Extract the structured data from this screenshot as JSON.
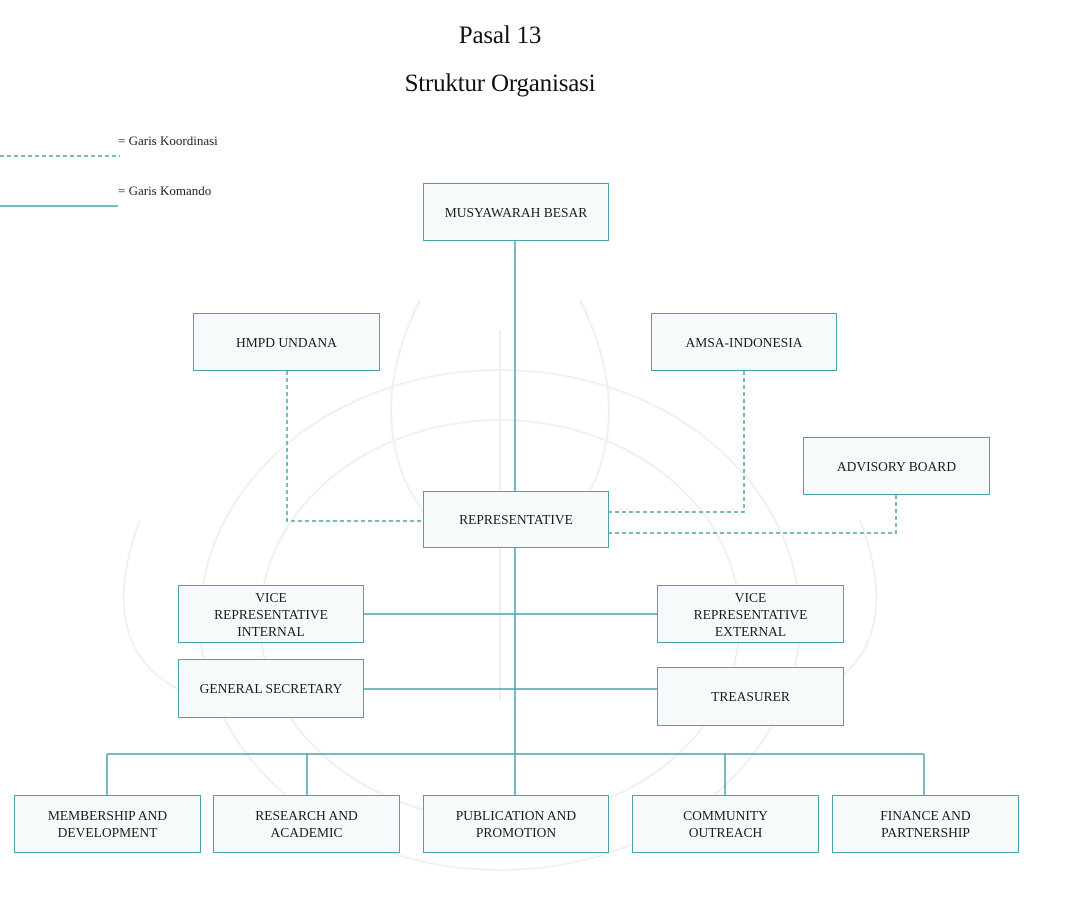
{
  "title": {
    "line1": "Pasal 13",
    "line2": "Struktur Organisasi"
  },
  "legend": {
    "coordination": "= Garis Koordinasi",
    "command": "= Garis Komando"
  },
  "boxes": {
    "musyawarah_besar": "MUSYAWARAH BESAR",
    "hmpd_undana": "HMPD UNDANA",
    "amsa_indonesia": "AMSA-INDONESIA",
    "advisory_board": "ADVISORY BOARD",
    "representative": "REPRESENTATIVE",
    "vice_internal": "VICE\nREPRESENTATIVE\nINTERNAL",
    "vice_external": "VICE\nREPRESENTATIVE\nEXTERNAL",
    "general_secretary": "GENERAL SECRETARY",
    "treasurer": "TREASURER",
    "membership": "MEMBERSHIP AND\nDEVELOPMENT",
    "research": "RESEARCH AND\nACADEMIC",
    "publication": "PUBLICATION AND\nPROMOTION",
    "community": "COMMUNITY\nOUTREACH",
    "finance": "FINANCE AND\nPARTNERSHIP"
  },
  "colors": {
    "line": "#4aa3ab",
    "box_fill": "#f6fafb"
  }
}
